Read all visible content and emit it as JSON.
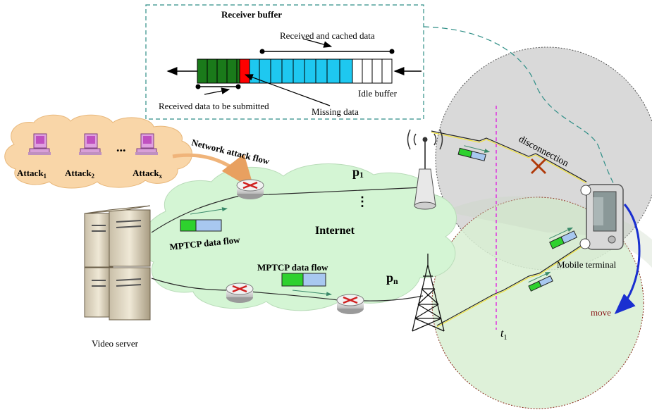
{
  "receiver_buffer": {
    "title": "Receiver buffer",
    "received_cached": "Received and cached data",
    "idle_buffer": "Idle buffer",
    "to_submit": "Received data to be submitted",
    "missing": "Missing data",
    "colors": {
      "submitted": "#1a7a1a",
      "missing": "#ff0000",
      "cached": "#1ec8f0",
      "idle": "#ffffff"
    }
  },
  "attackers": {
    "a1_base": "Attack",
    "a1_sub": "1",
    "a2_base": "Attack",
    "a2_sub": "2",
    "ax_base": "Attack",
    "ax_sub": "x",
    "ellipsis": "..."
  },
  "network": {
    "attack_flow": "Network attack flow",
    "internet": "Internet",
    "mptcp_flow_1": "MPTCP data flow",
    "mptcp_flow_2": "MPTCP data flow",
    "p1_base": "p",
    "p1_sub": "1",
    "pn_base": "p",
    "pn_sub": "n",
    "vdots": "⋮"
  },
  "devices": {
    "video_server": "Video server",
    "mobile_terminal": "Mobile terminal"
  },
  "events": {
    "disconnection": "disconnection",
    "move": "move",
    "t_base": "t",
    "t_sub": "1"
  }
}
